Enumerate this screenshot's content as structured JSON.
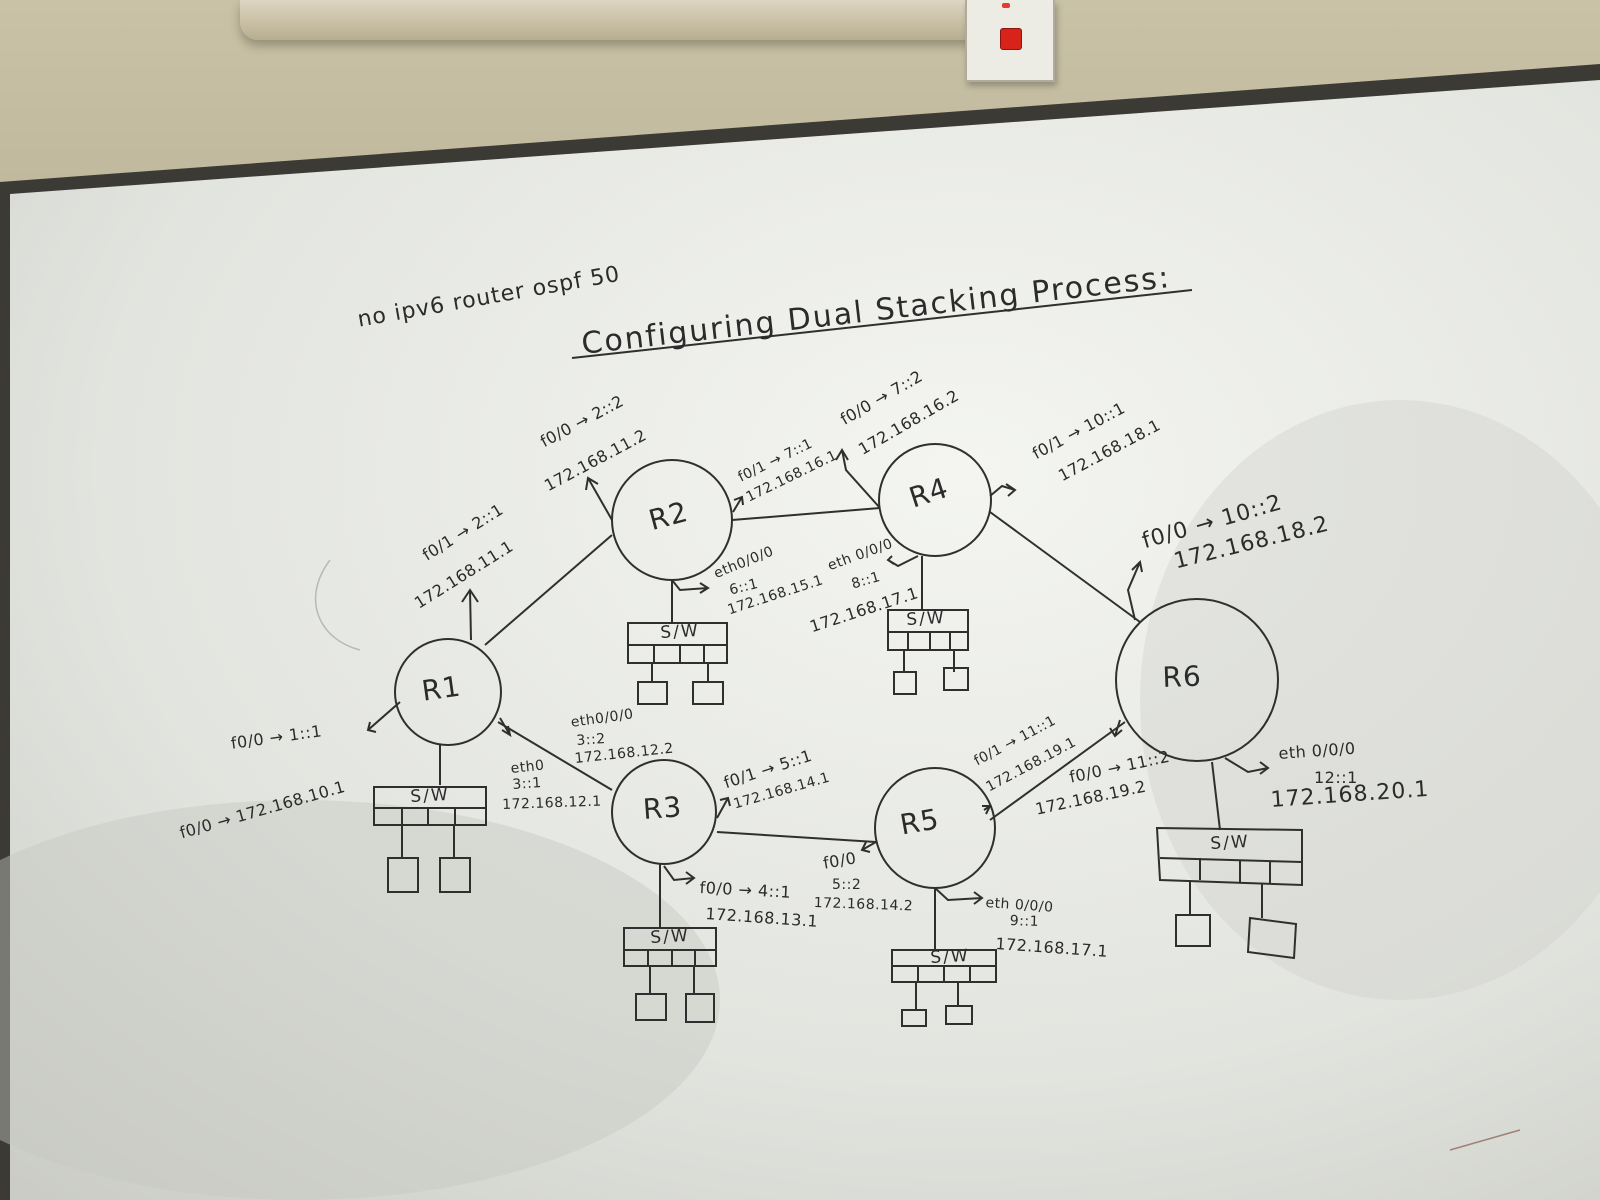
{
  "board": {
    "header_command": "no ipv6 router ospf 50",
    "title": "Configuring Dual Stacking Process:"
  },
  "routers": {
    "r1": "R1",
    "r2": "R2",
    "r3": "R3",
    "r4": "R4",
    "r5": "R5",
    "r6": "R6"
  },
  "switch_label": "S/W",
  "labels": {
    "r1_f01_v6": "f0/1 → 2::1",
    "r1_f01_v4": "172.168.11.1",
    "r1_f00_v6": "f0/0 → 1::1",
    "r1_f00_v4": "f0/0 → 172.168.10.1",
    "r1_eth0_a": "eth0",
    "r1_eth0_b": "3::1",
    "r1_eth0_c": "172.168.12.1",
    "r2_f00_v6": "f0/0 → 2::2",
    "r2_f00_v4": "172.168.11.2",
    "r2_f01_v6": "f0/1 → 7::1",
    "r2_f01_v4": "172.168.16.1",
    "r2_eth_a": "eth0/0/0",
    "r2_eth_b": "6::1",
    "r2_eth_c": "172.168.15.1",
    "r3_eth_a": "eth0/0/0",
    "r3_eth_b": "3::2",
    "r3_eth_c": "172.168.12.2",
    "r3_f01_v6": "f0/1 → 5::1",
    "r3_f01_v4": "172.168.14.1",
    "r3_f00_v6": "f0/0 → 4::1",
    "r3_f00_v4": "172.168.13.1",
    "r4_f00_v6": "f0/0 → 7::2",
    "r4_f00_v4": "172.168.16.2",
    "r4_f01_v6": "f0/1 → 10::1",
    "r4_f01_v4": "172.168.18.1",
    "r4_eth_a": "eth 0/0/0",
    "r4_eth_b": "8::1",
    "r4_eth_c": "172.168.17.1",
    "r5_f01_v6": "f0/1 → 11::1",
    "r5_f01_v4": "172.168.19.1",
    "r5_f0_a": "f0/0",
    "r5_f0_b": "5::2",
    "r5_f0_c": "172.168.14.2",
    "r5_eth_a": "eth 0/0/0",
    "r5_eth_b": "9::1",
    "r5_eth_c": "172.168.17.1",
    "r6_f00_v6": "f0/0 → 10::2",
    "r6_f00_v4": "172.168.18.2",
    "r6_f00b_v6": "f0/0 → 11::2",
    "r6_f00b_v4": "172.168.19.2",
    "r6_eth_a": "eth 0/0/0",
    "r6_eth_b": "12::1",
    "r6_eth_c": "172.168.20.1"
  },
  "colors": {
    "ink": "#2b2b2b",
    "board": "#eceee8",
    "frame": "#3b3a34",
    "wall": "#c4bd9f"
  }
}
